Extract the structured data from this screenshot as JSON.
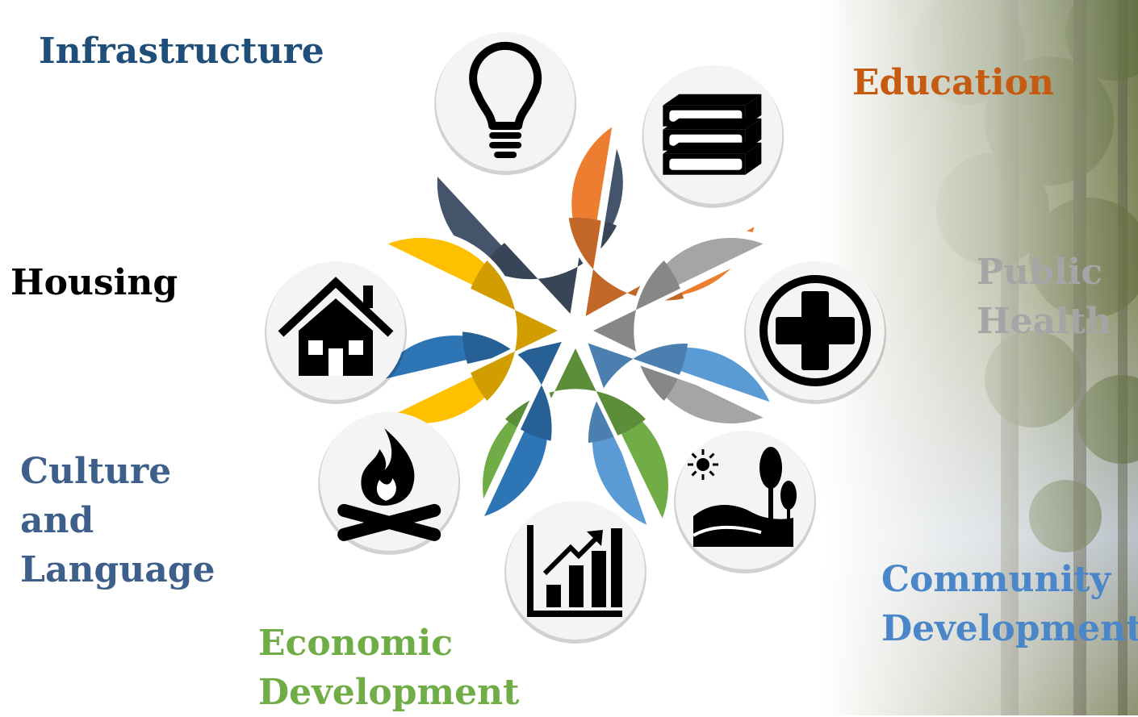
{
  "sectors": [
    {
      "key": "infrastructure",
      "title": [
        "Infrastructure"
      ],
      "color": "#44546a",
      "icon": "lightbulb-icon"
    },
    {
      "key": "education",
      "title": [
        "Education"
      ],
      "color": "#ed7d31",
      "icon": "books-icon"
    },
    {
      "key": "public-health",
      "title": [
        "Public",
        "Health"
      ],
      "color": "#a5a5a5",
      "icon": "medical-cross-icon"
    },
    {
      "key": "community-development",
      "title": [
        "Community",
        "Development"
      ],
      "color": "#5b9bd5",
      "icon": "landscape-trees-icon"
    },
    {
      "key": "economic-development",
      "title": [
        "Economic",
        "Development"
      ],
      "color": "#70ad47",
      "icon": "bar-chart-growth-icon"
    },
    {
      "key": "culture-language",
      "title": [
        "Culture",
        "and",
        "Language"
      ],
      "color": "#2e75b6",
      "icon": "campfire-icon"
    },
    {
      "key": "housing",
      "title": [
        "Housing"
      ],
      "color": "#ffc000",
      "icon": "house-icon"
    }
  ],
  "label_colors": {
    "infrastructure": "#1f4e79",
    "education": "#c55a11",
    "public-health": "#a5a5a5",
    "community-development": "#4a86c8",
    "economic-development": "#70ad47",
    "culture-language": "#3e5f8a",
    "housing": "#000000"
  },
  "background": "forest-photo"
}
